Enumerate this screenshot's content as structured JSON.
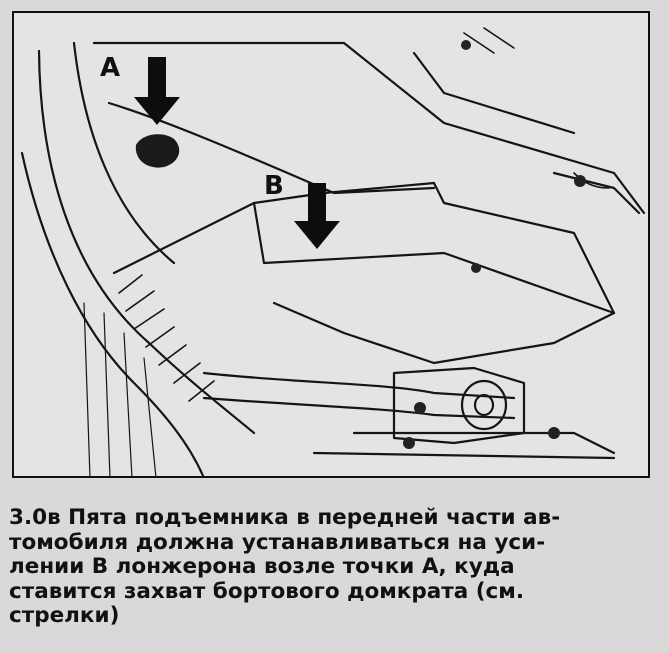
{
  "figure": {
    "label_a": "A",
    "label_b": "B"
  },
  "caption": {
    "lines": [
      "3.0в Пята подъемника в передней части ав-",
      "томобиля должна устанавливаться на уси-",
      "лении В лонжерона возле точки А, куда",
      "ставится захват бортового домкрата (см.",
      "стрелки)"
    ]
  }
}
